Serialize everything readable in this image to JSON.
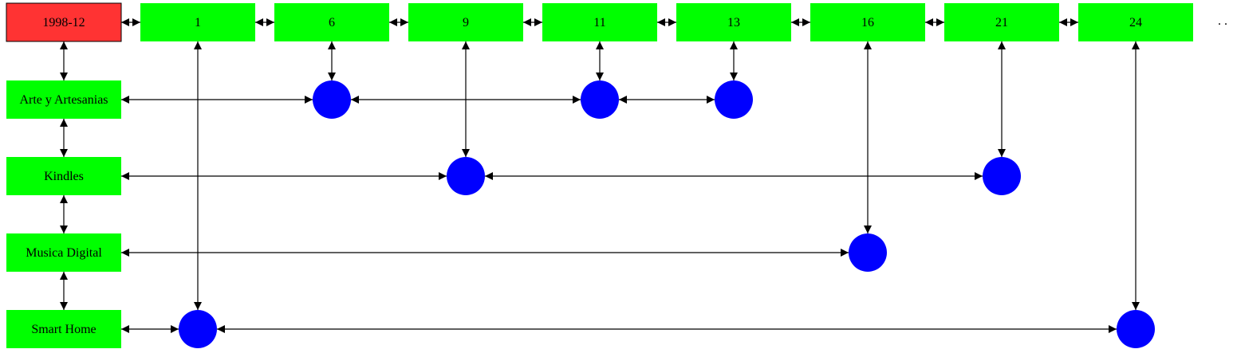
{
  "colors": {
    "root_fill": "#ff3333",
    "node_fill": "#00ff00",
    "dot_fill": "#0000ff",
    "edge": "#000000"
  },
  "root": {
    "label": "1998-12"
  },
  "timeline": [
    "1",
    "6",
    "9",
    "11",
    "13",
    "16",
    "21",
    "24"
  ],
  "trailing_marker": ". .",
  "categories": [
    "Arte y Artesanias",
    "Kindles",
    "Musica Digital",
    "Smart Home"
  ],
  "connections": [
    {
      "category": "Arte y Artesanias",
      "points": [
        "6",
        "11",
        "13"
      ]
    },
    {
      "category": "Kindles",
      "points": [
        "9",
        "21"
      ]
    },
    {
      "category": "Musica Digital",
      "points": [
        "16"
      ]
    },
    {
      "category": "Smart Home",
      "points": [
        "1",
        "24"
      ]
    }
  ]
}
